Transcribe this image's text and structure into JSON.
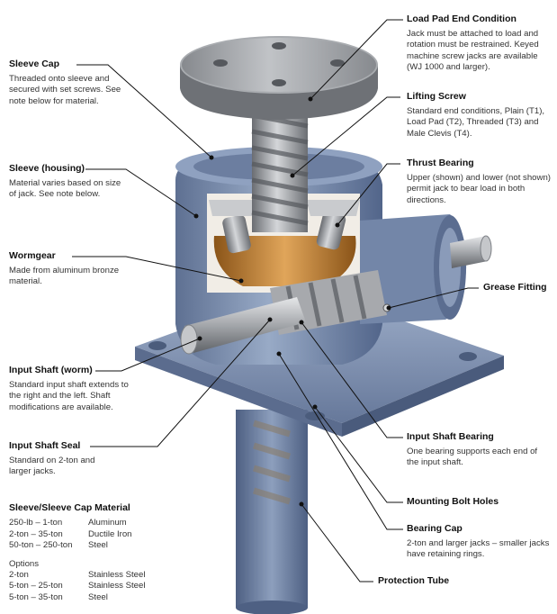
{
  "callouts": {
    "load_pad": {
      "title": "Load Pad End Condition",
      "desc": "Jack must be attached to load and rotation must be restrained. Keyed machine screw jacks are available (WJ 1000 and larger)."
    },
    "sleeve_cap": {
      "title": "Sleeve Cap",
      "desc": "Threaded onto sleeve and secured with set screws. See note below for material."
    },
    "lifting_screw": {
      "title": "Lifting Screw",
      "desc": "Standard end conditions, Plain (T1), Load Pad (T2), Threaded (T3) and Male Clevis (T4)."
    },
    "sleeve": {
      "title": "Sleeve (housing)",
      "desc": "Material varies based on size of jack. See note below."
    },
    "thrust_bearing": {
      "title": "Thrust Bearing",
      "desc": "Upper (shown) and lower (not shown) permit jack to bear load in both directions."
    },
    "wormgear": {
      "title": "Wormgear",
      "desc": "Made from aluminum bronze material."
    },
    "grease_fitting": {
      "title": "Grease Fitting",
      "desc": ""
    },
    "input_shaft": {
      "title": "Input Shaft (worm)",
      "desc": "Standard input shaft extends to the right and the left. Shaft modifications are available."
    },
    "input_shaft_seal": {
      "title": "Input Shaft Seal",
      "desc": "Standard on 2-ton and larger jacks."
    },
    "input_shaft_bearing": {
      "title": "Input Shaft Bearing",
      "desc": "One bearing supports each end of the input shaft."
    },
    "mounting_bolt_holes": {
      "title": "Mounting Bolt Holes",
      "desc": ""
    },
    "bearing_cap": {
      "title": "Bearing Cap",
      "desc": "2-ton and larger jacks – smaller jacks have retaining rings."
    },
    "protection_tube": {
      "title": "Protection Tube",
      "desc": ""
    }
  },
  "materials": {
    "title": "Sleeve/Sleeve Cap Material",
    "rows": [
      {
        "range": "250-lb – 1-ton",
        "material": "Aluminum"
      },
      {
        "range": "2-ton – 35-ton",
        "material": "Ductile Iron"
      },
      {
        "range": "50-ton – 250-ton",
        "material": "Steel"
      }
    ],
    "options_label": "Options",
    "options": [
      {
        "range": "2-ton",
        "material": "Stainless Steel"
      },
      {
        "range": "5-ton – 25-ton",
        "material": "Stainless Steel"
      },
      {
        "range": "5-ton – 35-ton",
        "material": "Steel"
      }
    ]
  },
  "colors": {
    "housing": "#7f93b4",
    "housing_dark": "#5c6f90",
    "steel": "#a9acb0",
    "bronze": "#c98a3a",
    "leader": "#111111"
  }
}
